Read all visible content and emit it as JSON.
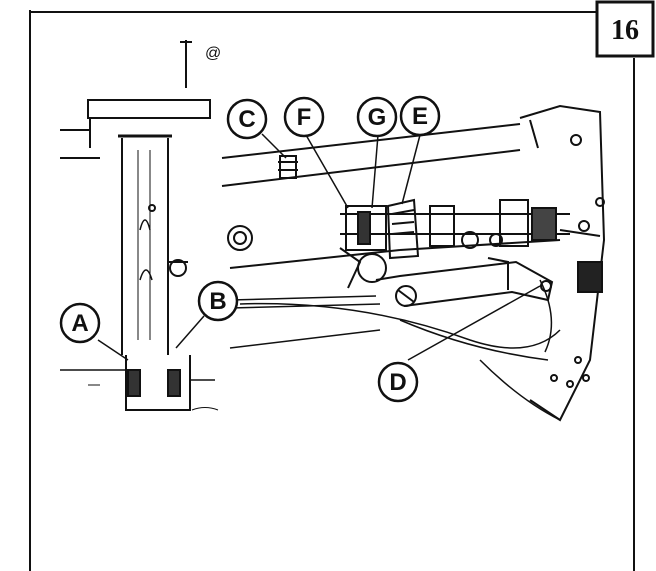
{
  "page_number": "16",
  "callouts": {
    "a": "A",
    "b": "B",
    "c": "C",
    "d": "D",
    "e": "E",
    "f": "F",
    "g": "G"
  },
  "colors": {
    "ink": "#111111",
    "paper": "#ffffff",
    "shade": "#3a3a3a"
  }
}
